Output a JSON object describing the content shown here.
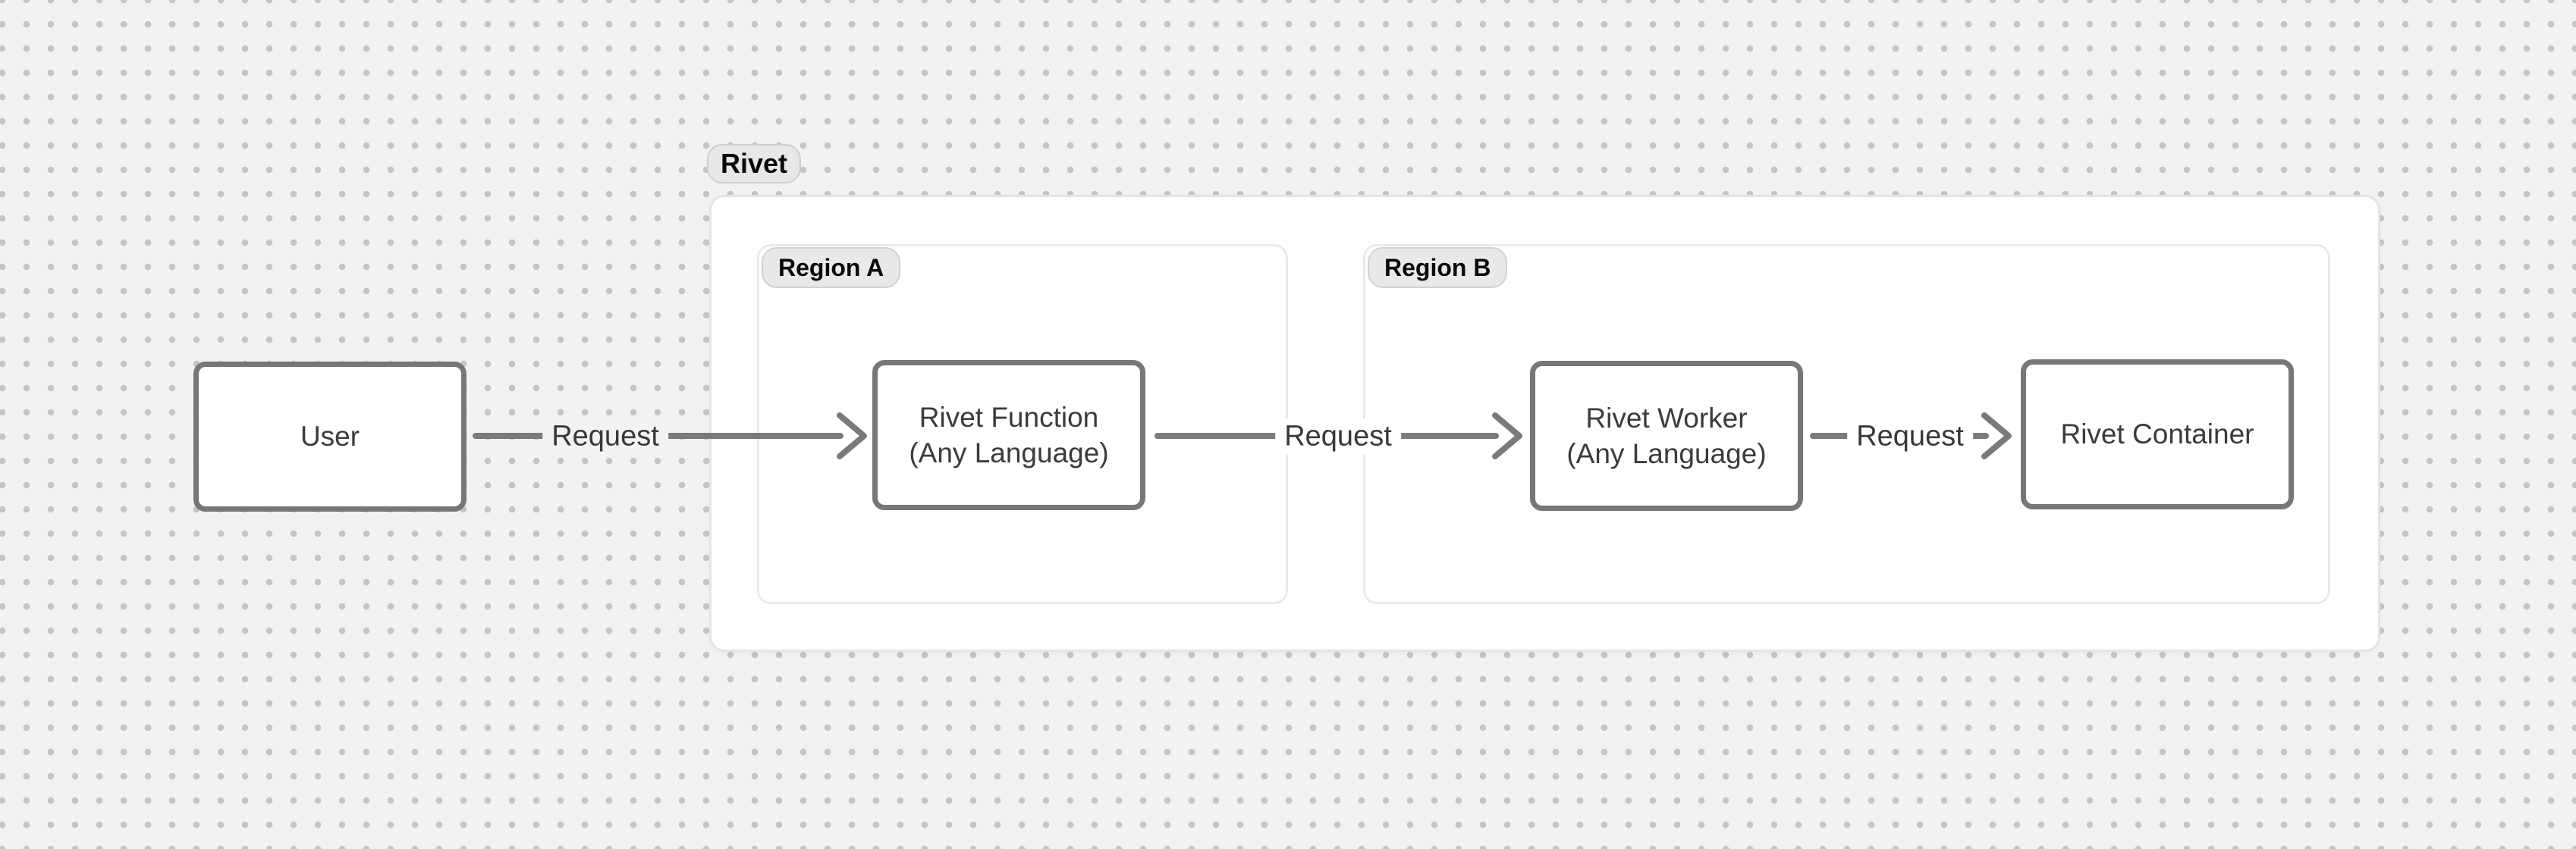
{
  "diagram": {
    "group": {
      "label": "Rivet"
    },
    "regions": [
      {
        "label": "Region A"
      },
      {
        "label": "Region B"
      }
    ],
    "nodes": [
      {
        "id": "user",
        "label": "User"
      },
      {
        "id": "rivet-function",
        "label": "Rivet Function\n(Any Language)"
      },
      {
        "id": "rivet-worker",
        "label": "Rivet Worker\n(Any Language)"
      },
      {
        "id": "rivet-container",
        "label": "Rivet Container"
      }
    ],
    "edges": [
      {
        "from": "user",
        "to": "rivet-function",
        "label": "Request"
      },
      {
        "from": "rivet-function",
        "to": "rivet-worker",
        "label": "Request"
      },
      {
        "from": "rivet-worker",
        "to": "rivet-container",
        "label": "Request"
      }
    ],
    "colors": {
      "canvas_bg": "#f2f2f1",
      "grid_dot": "#c5c5c5",
      "surface": "#ffffff",
      "group_border": "#e4e4e4",
      "region_border": "#eaeaea",
      "pill_bg": "#e8e8e8",
      "pill_border": "#cecece",
      "node_border": "#777777",
      "edge_stroke": "#7a7a7a",
      "node_text": "#3b3b3b",
      "pill_text": "#0b0b0b"
    }
  }
}
